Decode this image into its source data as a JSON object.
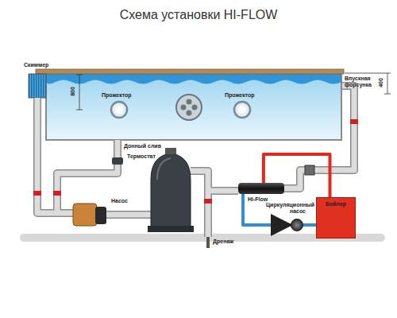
{
  "diagram": {
    "title": "Схема установки HI-FLOW",
    "nodes": [
      {
        "text": [
          "Hi-Flow"
        ]
      },
      {
        "text": [
          "Циркуляционный насос"
        ]
      },
      {
        "text": [
          "Бойлер"
        ]
      }
    ],
    "edges": [
      {
        "from": 0,
        "to": 1,
        "arrow": "to"
      },
      {
        "from": 0,
        "to": 2,
        "arrow": "none"
      },
      {
        "from": 1,
        "to": 2,
        "arrow": "none"
      }
    ],
    "labels": [
      "Скиммер",
      "800",
      "400",
      "Прожектор",
      "Прожектор",
      "Донный слив",
      "Впускная форсунка",
      "Термостат",
      "Насос",
      "Дренаж"
    ]
  }
}
